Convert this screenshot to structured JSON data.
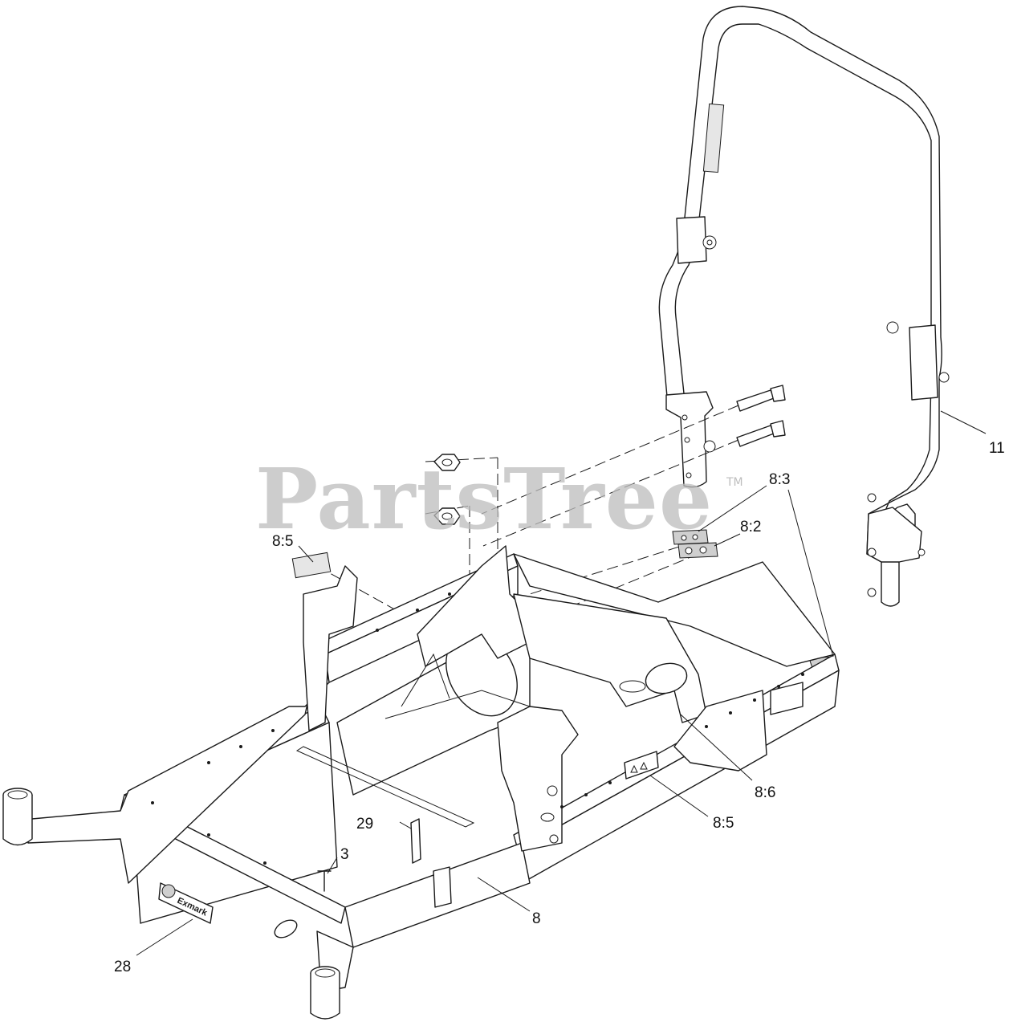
{
  "watermark": {
    "text": "PartsTree",
    "tm": "TM"
  },
  "callouts": [
    {
      "id": "11",
      "label": "11"
    },
    {
      "id": "8-3",
      "label": "8:3"
    },
    {
      "id": "8-2",
      "label": "8:2"
    },
    {
      "id": "8-5-top",
      "label": "8:5"
    },
    {
      "id": "8-6",
      "label": "8:6"
    },
    {
      "id": "8-5-bottom",
      "label": "8:5"
    },
    {
      "id": "29",
      "label": "29"
    },
    {
      "id": "3",
      "label": "3"
    },
    {
      "id": "8",
      "label": "8"
    },
    {
      "id": "28",
      "label": "28"
    }
  ],
  "logo": {
    "text": "Exmark"
  }
}
